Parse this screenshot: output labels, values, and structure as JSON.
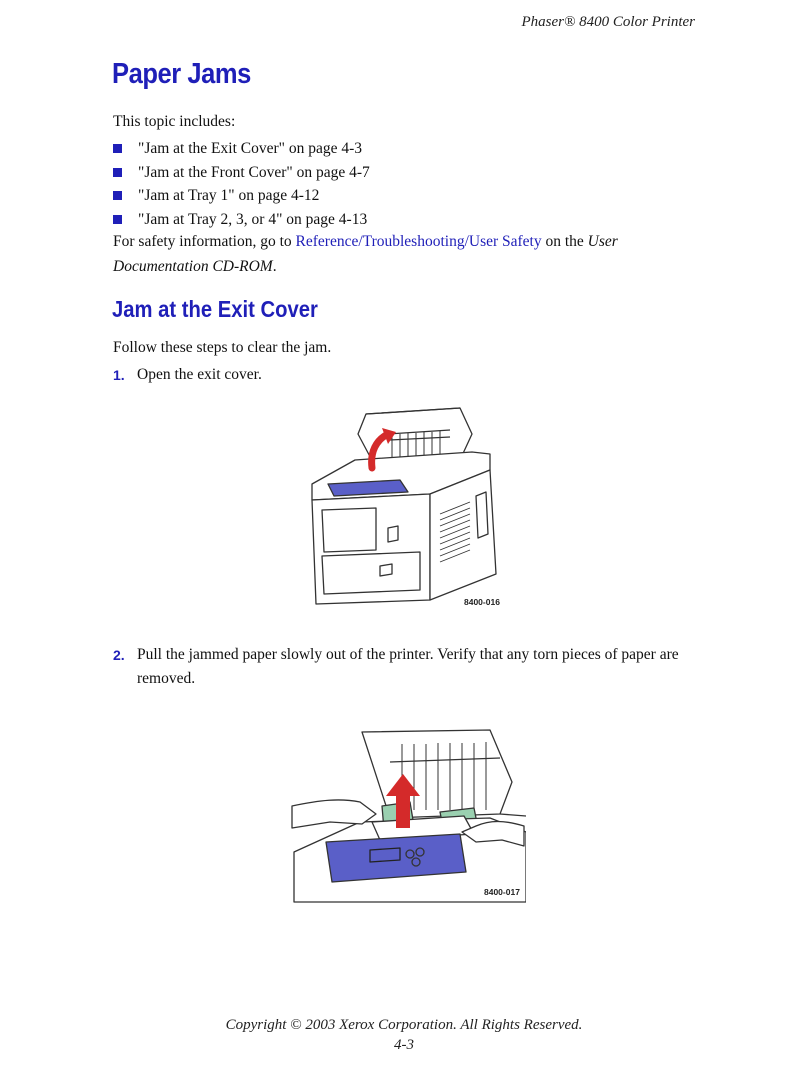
{
  "header": {
    "running_title": "Phaser® 8400 Color Printer"
  },
  "section": {
    "title": "Paper Jams",
    "intro": "This topic includes:",
    "topics": [
      "\"Jam at the Exit Cover\" on page 4-3",
      "\"Jam at the Front Cover\" on page 4-7",
      "\"Jam at Tray 1\" on page 4-12",
      "\"Jam at Tray 2, 3, or 4\" on page 4-13"
    ],
    "safety": {
      "prefix": "For safety information, go to ",
      "link": "Reference/Troubleshooting/User Safety",
      "middle": " on the ",
      "doc_line1": "User",
      "doc_line2": "Documentation CD-ROM",
      "suffix": "."
    }
  },
  "subsection": {
    "title": "Jam at the Exit Cover",
    "intro": "Follow these steps to clear the jam.",
    "steps": [
      {
        "number": "1.",
        "text": "Open the exit cover.",
        "figure_id": "8400-016"
      },
      {
        "number": "2.",
        "text": "Pull the jammed paper slowly out of the printer. Verify that any torn pieces of paper are removed.",
        "figure_id": "8400-017"
      }
    ]
  },
  "footer": {
    "copyright": "Copyright © 2003 Xerox Corporation. All Rights Reserved.",
    "page_number": "4-3"
  },
  "colors": {
    "heading": "#1f1fb8",
    "accent_red": "#d42a2a",
    "panel_blue": "#5a5fc8",
    "paper_green": "#9ad0b0"
  }
}
